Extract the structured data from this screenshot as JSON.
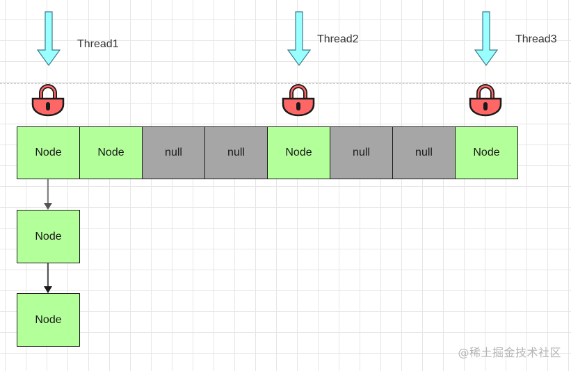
{
  "threads": [
    {
      "label": "Thread1"
    },
    {
      "label": "Thread2"
    },
    {
      "label": "Thread3"
    }
  ],
  "array_cells": [
    "Node",
    "Node",
    "null",
    "null",
    "Node",
    "null",
    "null",
    "Node"
  ],
  "chain_nodes": [
    "Node",
    "Node"
  ],
  "colors": {
    "node_fill": "#b3ff99",
    "null_fill": "#a6a6a6",
    "arrow_fill": "#99ffff",
    "lock_fill": "#ff6666"
  },
  "icons": {
    "arrow": "down-arrow-icon",
    "lock": "padlock-icon"
  },
  "watermark": "@稀土掘金技术社区"
}
